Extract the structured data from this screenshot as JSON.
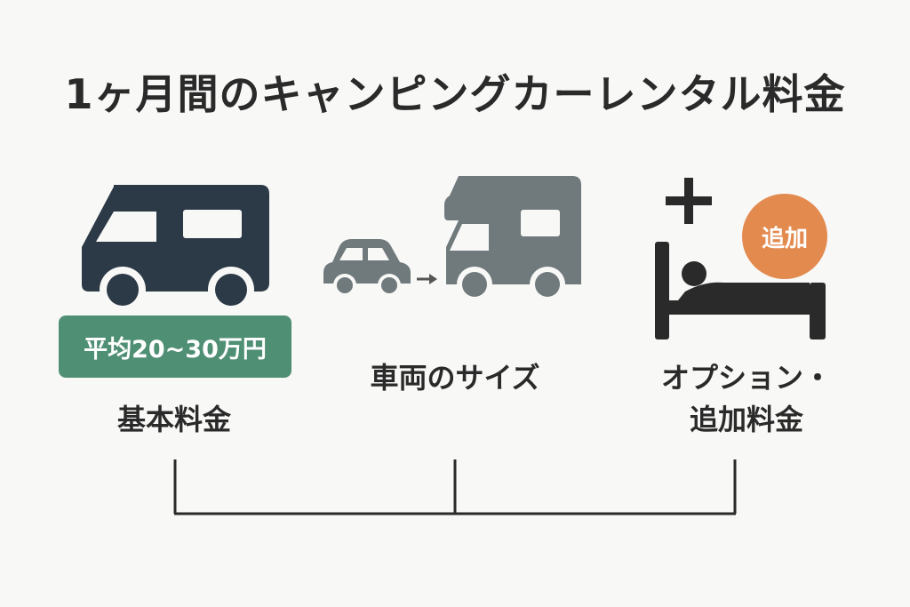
{
  "title": "1ヶ月間のキャンピングカーレンタル料金",
  "basic": {
    "price_badge": "平均20~30万円",
    "label": "基本料金",
    "icon": "camper-van-icon"
  },
  "size": {
    "label": "車両のサイズ",
    "icons": [
      "car-icon",
      "arrow-right-icon",
      "camper-motorhome-icon"
    ]
  },
  "option": {
    "add_badge": "追加",
    "label_line1": "オプション・",
    "label_line2": "追加料金",
    "icons": [
      "plus-icon",
      "bed-icon"
    ]
  },
  "colors": {
    "dark_navy": "#2c3a47",
    "gray": "#707a7d",
    "green": "#4f8f74",
    "orange": "#e38a4f",
    "text": "#2a2a2a"
  }
}
